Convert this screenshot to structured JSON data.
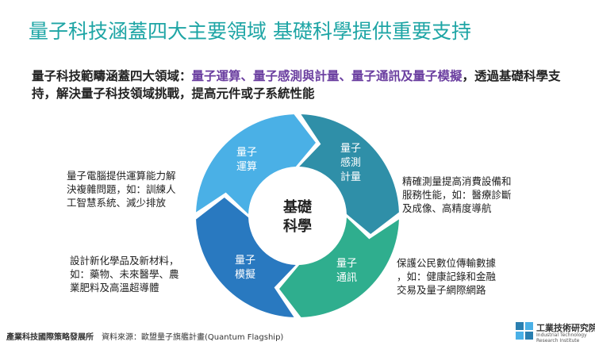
{
  "title": "量子科技涵蓋四大主要領域 基礎科學提供重要支持",
  "subtitle": {
    "prefix": "量子科技範疇涵蓋四大領域：",
    "highlight": "量子運算、量子感測與計量、量子通訊及量子模擬",
    "suffix": "，透過基礎科學支持，解決量子科技領域挑戰，提高元件或子系統性能"
  },
  "diagram": {
    "center_label": [
      "基礎",
      "科學"
    ],
    "colors": {
      "computing": "#4ab0e6",
      "sensing": "#2f8fa8",
      "communication": "#2fae8e",
      "simulation": "#2979c0",
      "arrow": "#2a7fb0"
    },
    "segments": {
      "computing": [
        "量子",
        "運算"
      ],
      "sensing": [
        "量子",
        "感測",
        "計量"
      ],
      "communication": [
        "量子",
        "通訊"
      ],
      "simulation": [
        "量子",
        "模擬"
      ]
    }
  },
  "descriptions": {
    "computing": [
      "量子電腦提供運算能力解",
      "決複雜問題，如：訓練人",
      "工智慧系統、減少排放"
    ],
    "sensing": [
      "精確測量提高消費設備和",
      "服務性能，如：醫療診斷",
      "及成像、高精度導航"
    ],
    "simulation": [
      "設計新化學品及新材料，",
      "如：藥物、未來醫學、農",
      "業肥料及高溫超導體"
    ],
    "communication": [
      "保護公民數位傳輸數據",
      "，如：健康記錄和金融",
      "交易及量子網際網路"
    ]
  },
  "footer": {
    "org": "產業科技國際策略發展所",
    "source": "資料來源：歐盟量子旗艦計畫(Quantum Flagship)"
  },
  "logo": {
    "name": "工業技術研究院",
    "english": "Industrial Technology\nResearch Institute",
    "icon": "itri-logo-icon"
  }
}
